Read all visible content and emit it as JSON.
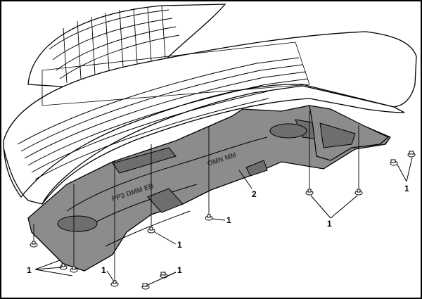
{
  "diagram": {
    "callouts": [
      {
        "id": "c1",
        "text": "1"
      },
      {
        "id": "c2",
        "text": "1"
      },
      {
        "id": "c3",
        "text": "1"
      },
      {
        "id": "c4",
        "text": "1"
      },
      {
        "id": "c5",
        "text": "1"
      },
      {
        "id": "c6",
        "text": "1"
      },
      {
        "id": "c7",
        "text": "1"
      },
      {
        "id": "c8",
        "text": "2"
      }
    ],
    "panel_markings": [
      "PP3 DMM EB",
      "OMN MM"
    ],
    "colors": {
      "line": "#000000",
      "panel_fill": "#8c8c8c",
      "panel_shade": "#6e6e6e",
      "bumper_fill": "#ffffff",
      "background": "#ffffff"
    }
  }
}
